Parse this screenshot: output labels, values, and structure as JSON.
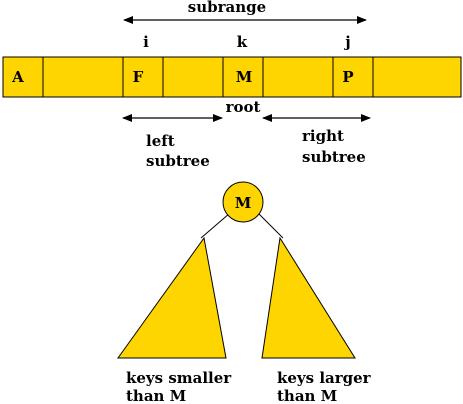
{
  "colors": {
    "fill": "#FFD500",
    "stroke": "#000000",
    "background": "#FFFFFF"
  },
  "array": {
    "cells": [
      "A",
      "",
      "F",
      "",
      "M",
      "",
      "P",
      ""
    ]
  },
  "indices": {
    "i": "i",
    "k": "k",
    "j": "j"
  },
  "labels": {
    "subrange": "subrange",
    "root": "root",
    "left_subtree_line1": "left",
    "left_subtree_line2": "subtree",
    "right_subtree_line1": "right",
    "right_subtree_line2": "subtree"
  },
  "tree": {
    "root_key": "M",
    "left_caption_line1": "keys smaller",
    "left_caption_line2": "than M",
    "right_caption_line1": "keys larger",
    "right_caption_line2": "than M"
  }
}
